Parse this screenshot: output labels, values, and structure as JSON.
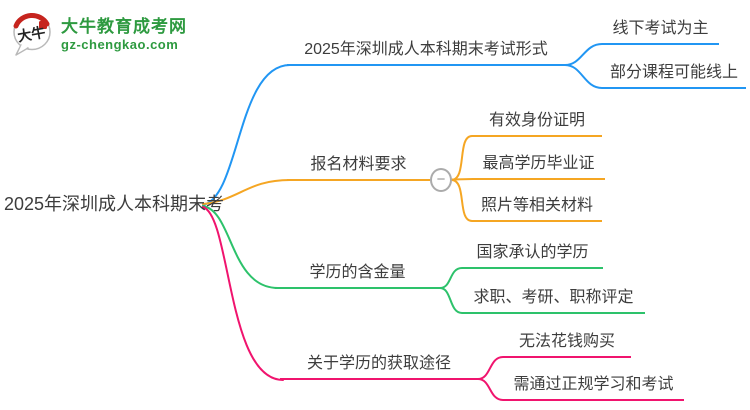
{
  "logo": {
    "icon_chars": "大牛",
    "site_name": "大牛教育成考网",
    "site_url": "gz-chengkao.com",
    "brand_green": "#2e9a40",
    "seal_red": "#c6241e",
    "ink_black": "#222222"
  },
  "ui": {
    "background": "#ffffff",
    "text_color": "#3d3d3d",
    "toggle_border": "#ababab",
    "toggle_glyph_color": "#8f8f8f"
  },
  "mindmap": {
    "root": {
      "label": "2025年深圳成人本科期末考"
    },
    "toggle": {
      "glyph": "−",
      "state": "expanded"
    },
    "branches": [
      {
        "label": "2025年深圳成人本科期末考试形式",
        "color": "#2196f3",
        "children": [
          {
            "label": "线下考试为主"
          },
          {
            "label": "部分课程可能线上"
          }
        ]
      },
      {
        "label": "报名材料要求",
        "color": "#f5a623",
        "children": [
          {
            "label": "有效身份证明"
          },
          {
            "label": "最高学历毕业证"
          },
          {
            "label": "照片等相关材料"
          }
        ]
      },
      {
        "label": "学历的含金量",
        "color": "#2dc26b",
        "children": [
          {
            "label": "国家承认的学历"
          },
          {
            "label": "求职、考研、职称评定"
          }
        ]
      },
      {
        "label": "关于学历的获取途径",
        "color": "#f0146e",
        "children": [
          {
            "label": "无法花钱购买"
          },
          {
            "label": "需通过正规学习和考试"
          }
        ]
      }
    ]
  }
}
